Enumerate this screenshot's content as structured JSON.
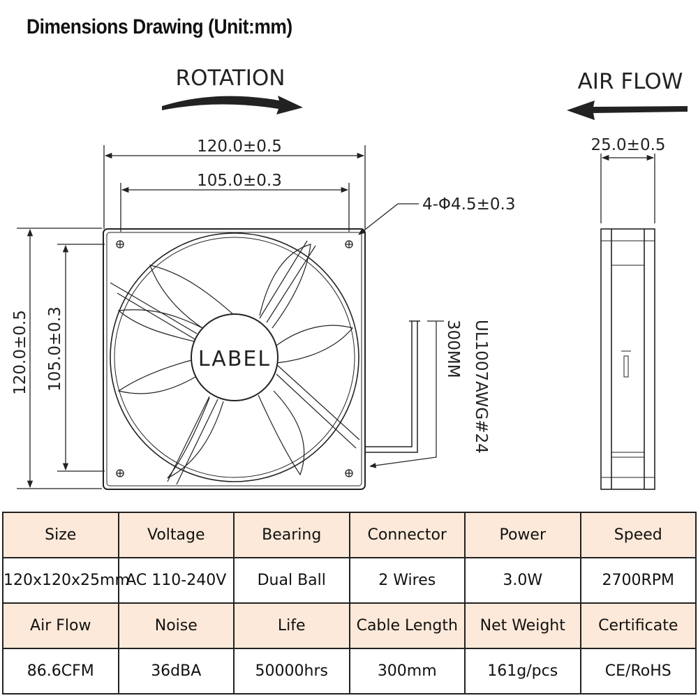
{
  "title": "Dimensions Drawing (Unit:mm)",
  "drawing": {
    "rotation_label": "ROTATION",
    "airflow_label": "AIR FLOW",
    "width_outer": "120.0±0.5",
    "width_inner": "105.0±0.3",
    "height_outer": "120.0±0.5",
    "height_inner": "105.0±0.3",
    "hole_spec": "4-Φ4.5±0.3",
    "depth": "25.0±0.5",
    "hub_label": "LABEL",
    "cable_length": "300MM",
    "cable_spec": "UL1007AWG#24"
  },
  "specs": {
    "rows": [
      {
        "type": "header",
        "cells": [
          "Size",
          "Voltage",
          "Bearing",
          "Connector",
          "Power",
          "Speed"
        ]
      },
      {
        "type": "value",
        "cells": [
          "120x120x25mm",
          "AC 110-240V",
          "Dual Ball",
          "2 Wires",
          "3.0W",
          "2700RPM"
        ]
      },
      {
        "type": "header",
        "cells": [
          "Air Flow",
          "Noise",
          "Life",
          "Cable Length",
          "Net Weight",
          "Certificate"
        ]
      },
      {
        "type": "value",
        "cells": [
          "86.6CFM",
          "36dBA",
          "50000hrs",
          "300mm",
          "161g/pcs",
          "CE/RoHS"
        ]
      }
    ]
  }
}
